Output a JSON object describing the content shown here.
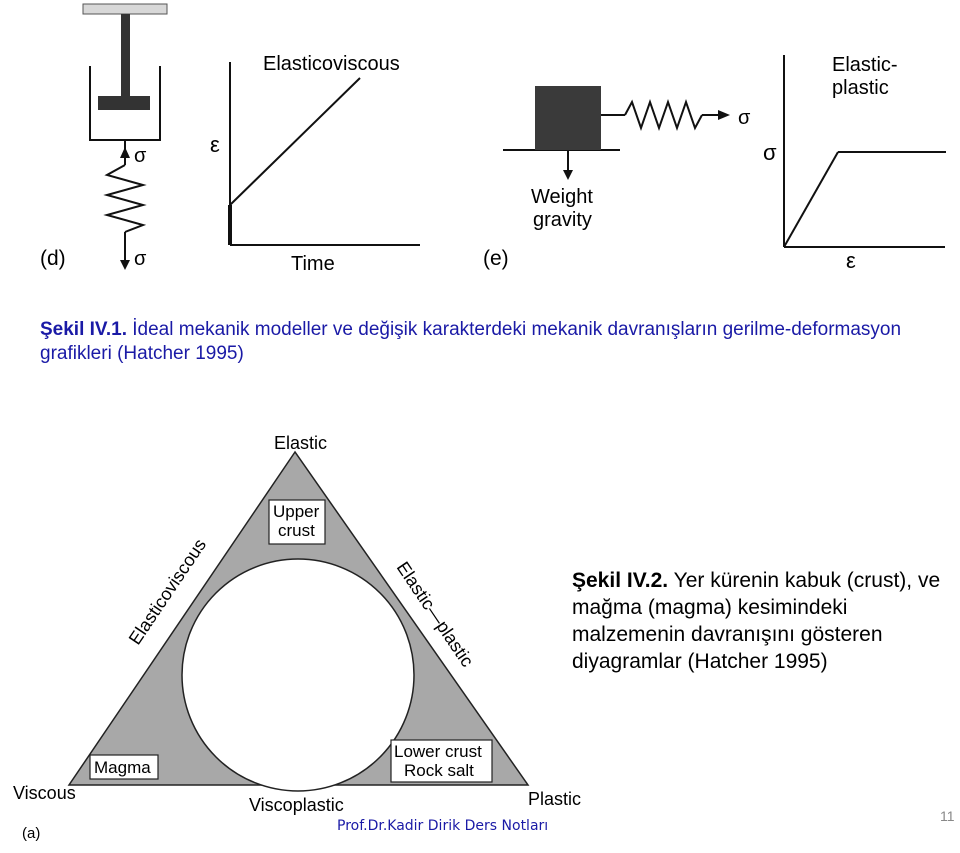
{
  "figure_top": {
    "panel_d": {
      "letter": "(d)",
      "sigma_top": "σ",
      "sigma_bottom": "σ",
      "graph_title": "Elasticoviscous",
      "y_axis": "ε",
      "x_axis": "Time"
    },
    "panel_e": {
      "letter": "(e)",
      "sigma_arrow": "σ",
      "weight_line1": "Weight",
      "weight_line2": "gravity",
      "graph_title_line1": "Elastic-",
      "graph_title_line2": "plastic",
      "y_axis": "σ",
      "x_axis": "ε"
    }
  },
  "caption1": {
    "label": "Şekil IV.1.",
    "text": "İdeal mekanik modeller ve değişik karakterdeki mekanik davranışların gerilme-deformasyon grafikleri (Hatcher 1995)"
  },
  "triangle": {
    "corner_top": "Elastic",
    "corner_left": "Viscous",
    "corner_right": "Plastic",
    "side_left": "Elasticoviscous",
    "side_right": "Elastic—plastic",
    "side_bottom": "Viscoplastic",
    "box_top_line1": "Upper",
    "box_top_line2": "crust",
    "box_left": "Magma",
    "box_right_line1": "Lower crust",
    "box_right_line2": "Rock salt",
    "panel_letter": "(a)"
  },
  "caption2": {
    "label": "Şekil IV.2.",
    "text": "Yer kürenin kabuk (crust), ve mağma (magma) kesimindeki malzemenin davranışını gösteren diyagramlar (Hatcher 1995)"
  },
  "footer": {
    "author": "Prof.Dr.Kadir Dirik Ders Notları",
    "page_number": "11"
  },
  "colors": {
    "triangle_fill": "#a8a8a8",
    "caption_blue": "#1a1aa6",
    "block_fill": "#3a3a3a"
  }
}
